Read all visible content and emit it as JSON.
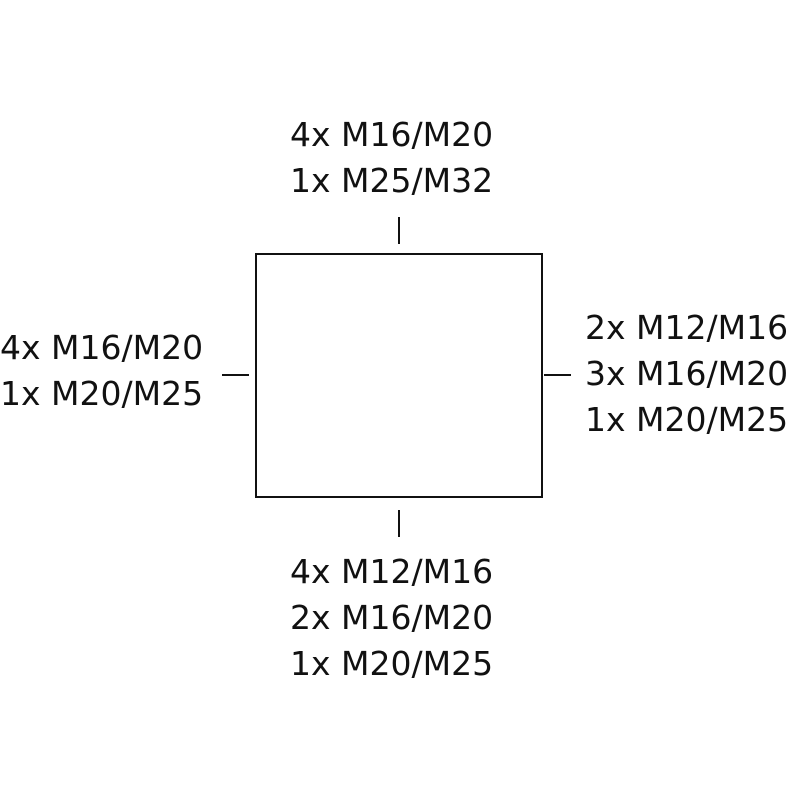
{
  "sides": {
    "top": {
      "lines": [
        "4x M16/M20",
        "1x M25/M32"
      ]
    },
    "left": {
      "lines": [
        "4x M16/M20",
        "1x M20/M25"
      ]
    },
    "right": {
      "lines": [
        "2x M12/M16",
        "3x M16/M20",
        "1x M20/M25"
      ]
    },
    "bottom": {
      "lines": [
        "4x M12/M16",
        "2x M16/M20",
        "1x M20/M25"
      ]
    }
  },
  "colors": {
    "stroke": "#111111",
    "text": "#111111",
    "background": "#ffffff"
  }
}
